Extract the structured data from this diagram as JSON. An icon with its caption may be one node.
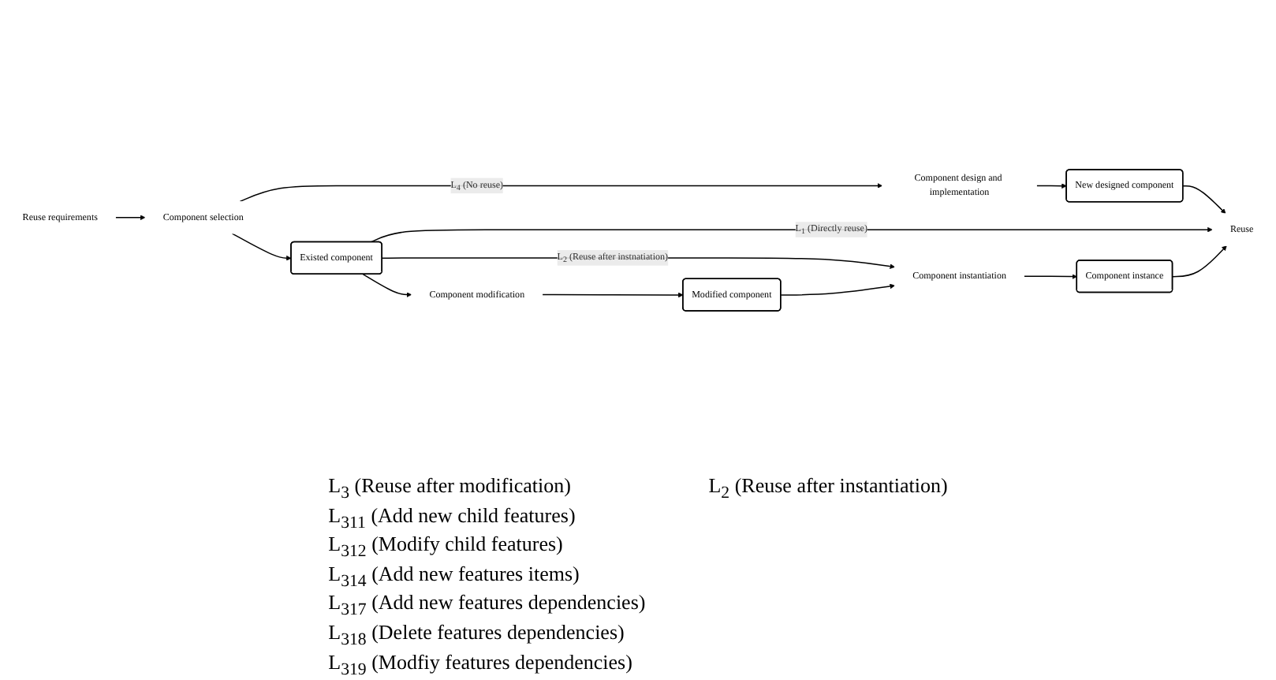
{
  "diagram": {
    "nodes": [
      {
        "text": [
          "Reuse requirements"
        ]
      },
      {
        "text": [
          "Component selection"
        ]
      },
      {
        "text": [
          "Component design and implementation"
        ]
      },
      {
        "text": [
          "New designed component"
        ]
      },
      {
        "text": [
          "Reuse"
        ]
      },
      {
        "text": [
          "Existed component"
        ]
      },
      {
        "text": [
          "Component modification"
        ]
      },
      {
        "text": [
          "Modified component"
        ]
      },
      {
        "text": [
          "Component instantiation"
        ]
      },
      {
        "text": [
          "Component instance"
        ]
      }
    ],
    "edges": [
      {
        "from": 0,
        "to": 1,
        "arrow": "to"
      },
      {
        "from": 1,
        "to": 2,
        "arrow": "to",
        "label": "L$_{4}$ (No reuse)"
      },
      {
        "from": 2,
        "to": 3,
        "arrow": "to"
      },
      {
        "from": 3,
        "to": 4,
        "arrow": "to"
      },
      {
        "from": 1,
        "to": 5,
        "arrow": "to"
      },
      {
        "from": 5,
        "to": 4,
        "arrow": "to",
        "label": "L$_{1}$ (Directly reuse)"
      },
      {
        "from": 5,
        "to": 8,
        "arrow": "to",
        "label": "L$_{2}$ (Reuse after instnatiation)"
      },
      {
        "from": 5,
        "to": 6,
        "arrow": "to"
      },
      {
        "from": 6,
        "to": 7,
        "arrow": "to"
      },
      {
        "from": 7,
        "to": 8,
        "arrow": "to"
      },
      {
        "from": 8,
        "to": 9,
        "arrow": "to"
      },
      {
        "from": 9,
        "to": 4,
        "arrow": "to"
      }
    ],
    "labels": [
      "L$_{2}$ (Reuse after instantiation)",
      "L$_{3}$ (Reuse after modification)",
      "L$_{311}$ (Add new child features)",
      "L$_{312}$ (Modify child features)",
      "L$_{314}$ (Add new  features items)",
      "L$_{317}$ (Add new  features dependencies)",
      "L$_{318}$ (Delete features dependencies)",
      "L$_{319}$ (Modfiy features dependencies)"
    ]
  }
}
